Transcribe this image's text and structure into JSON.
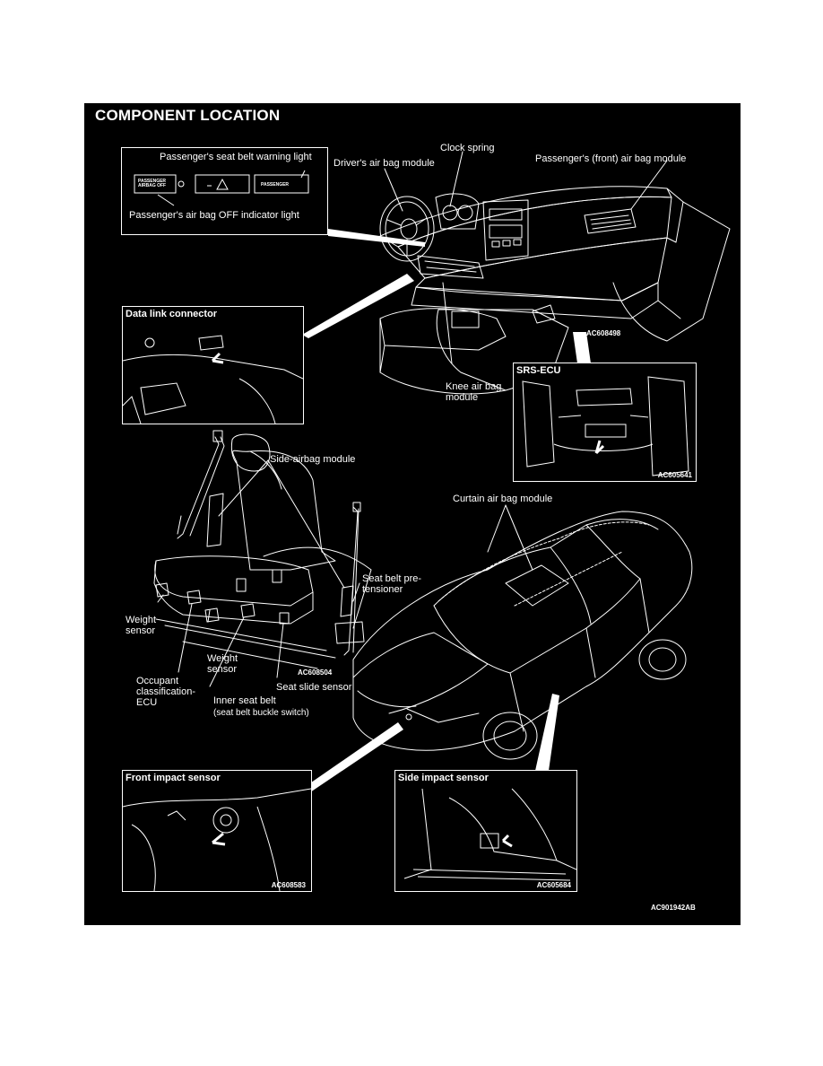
{
  "title": "COMPONENT LOCATION",
  "labels": {
    "clock_spring": "Clock spring",
    "drivers_airbag": "Driver's air bag module",
    "passenger_front_airbag": "Passenger's (front) air bag module",
    "passenger_belt_warning": "Passenger's seat belt warning light",
    "passenger_airbag_off": "Passenger's air bag OFF indicator light",
    "knee_airbag": "Knee air bag module",
    "side_airbag": "Side-airbag module",
    "curtain_airbag": "Curtain air bag module",
    "seat_belt_pretensioner": "Seat belt pre-tensioner",
    "weight_sensor_1": "Weight sensor",
    "weight_sensor_2": "Weight sensor",
    "occupant_ecu": "Occupant classification-ECU",
    "seat_slide_sensor": "Seat slide sensor",
    "inner_seat_belt": "Inner seat belt",
    "buckle_switch": "(seat belt buckle switch)"
  },
  "buttons": {
    "left_line1": "PASSENGER",
    "left_line2": "AIRBAG OFF",
    "right": "PASSENGER"
  },
  "insets": {
    "data_link": "Data link connector",
    "srs_ecu": "SRS-ECU",
    "front_impact": "Front impact sensor",
    "side_impact": "Side impact sensor"
  },
  "codes": {
    "dash": "AC608498",
    "srs_ecu": "AC605641",
    "seat": "AC608504",
    "front_impact": "AC608583",
    "side_impact": "AC605684",
    "figure": "AC901942AB"
  }
}
